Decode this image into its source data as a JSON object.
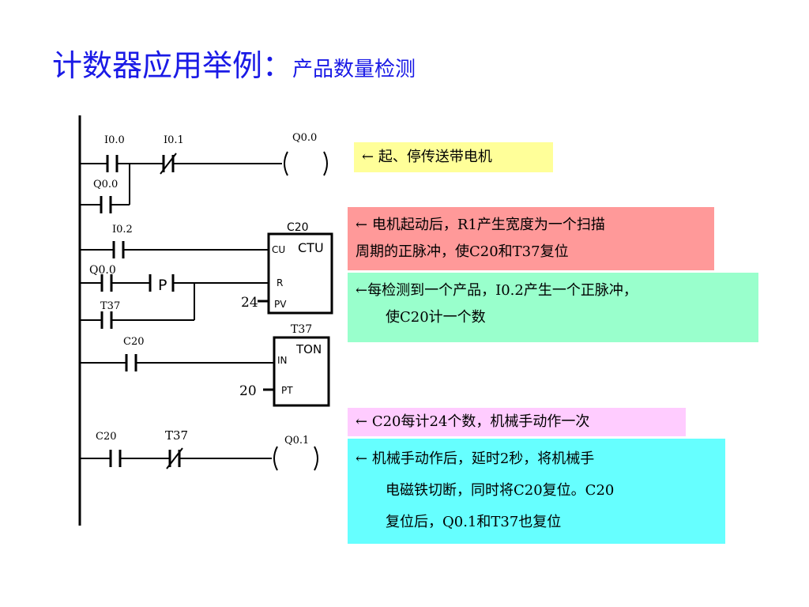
{
  "title": {
    "main": "计数器应用举例：",
    "sub": "产品数量检测"
  },
  "ladder": {
    "rung1": {
      "contact1": "I0.0",
      "contact2": "I0.1",
      "coil": "Q0.0",
      "branch": "Q0.0"
    },
    "rung2": {
      "contact_cu": "I0.2",
      "contact_r": "Q0.0",
      "edge_symbol": "P",
      "contact_r_branch": "T37",
      "counter": {
        "name": "C20",
        "type": "CTU",
        "pin_cu": "CU",
        "pin_r": "R",
        "pin_pv": "PV",
        "pv_value": "24"
      }
    },
    "rung3": {
      "contact": "C20",
      "timer": {
        "name": "T37",
        "type": "TON",
        "pin_in": "IN",
        "pin_pt": "PT",
        "pt_value": "20"
      }
    },
    "rung4": {
      "contact1": "C20",
      "contact2": "T37",
      "coil": "Q0.1"
    }
  },
  "notes": {
    "n1": {
      "arrow": "←",
      "lines": [
        "起、停传送带电机"
      ],
      "color": "#ffff99"
    },
    "n2": {
      "arrow": "←",
      "lines": [
        "电机起动后，R1产生宽度为一个扫描",
        "周期的正脉冲，使C20和T37复位"
      ],
      "color": "#ff9999"
    },
    "n3": {
      "arrow": "←",
      "lines": [
        "每检测到一个产品，I0.2产生一个正脉冲，",
        "使C20计一个数"
      ],
      "color": "#99ffcc"
    },
    "n4": {
      "arrow": "←",
      "lines": [
        "C20每计24个数，机械手动作一次"
      ],
      "color": "#ffccff"
    },
    "n5": {
      "arrow": "←",
      "lines": [
        "机械手动作后，延时2秒，将机械手",
        "电磁铁切断，同时将C20复位。C20",
        "复位后，Q0.1和T37也复位"
      ],
      "color": "#66ffff"
    }
  }
}
